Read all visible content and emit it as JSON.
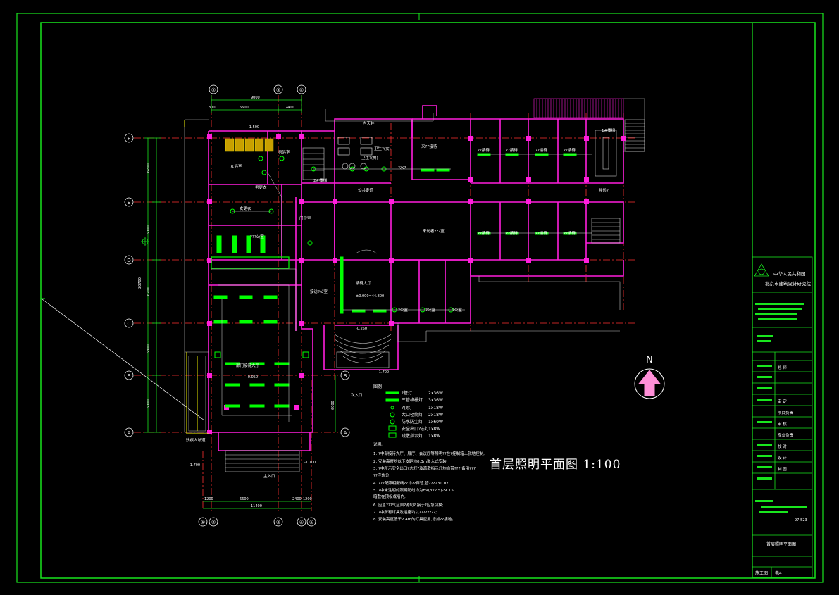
{
  "drawing": {
    "title": "首层照明平面图  1:100",
    "scale": "1:100",
    "north_label": "N"
  },
  "title_block": {
    "company_line1": "中华人民共和国",
    "company_line2": "北京市建筑设计研究院",
    "sheet_name": "首层照明平面图",
    "stage": "施工图",
    "sheet_no": "电4",
    "project_code": "97-523"
  },
  "axes": {
    "top": [
      "②",
      "③",
      "④"
    ],
    "bottom": [
      "①",
      "②",
      "③",
      "④",
      "⑤"
    ],
    "left": [
      "F",
      "E",
      "D",
      "C",
      "B",
      "A"
    ],
    "right_b": "B",
    "right_a": "A"
  },
  "dimensions": {
    "top_total": "9000",
    "top_seg1": "6600",
    "top_seg2": "2400",
    "top_small": "300",
    "left_total": "20700",
    "left_seg1": "6700",
    "left_seg2": "6000",
    "left_seg3": "5300",
    "left_seg4": "6000",
    "left_seg_mid": "6700",
    "bottom_total": "11400",
    "bottom_seg1": "1200",
    "bottom_seg2": "6600",
    "bottom_seg3": "2400",
    "bottom_seg4": "1200",
    "right_seg": "6000",
    "elev1": "-1.500",
    "elev2": "-1.700",
    "elev3": "-1.700",
    "elev4": "-0.250",
    "elev5": "-1.700",
    "elev6": "-0.050",
    "elev7": "±0.000=44.800"
  },
  "rooms": {
    "r1": "女浴室",
    "r2": "男浴室",
    "r3": "男更衣",
    "r4": "女更衣",
    "r5": "???公室",
    "r6": "门卫室",
    "r7": "2#楼梯",
    "r8": "公共走道",
    "r9": "内天井",
    "r10": "??接待",
    "r11": "??接待",
    "r12": "??接待",
    "r13": "??接待",
    "r14": "候诊?",
    "r15": "来??接待",
    "r16": "来访者???室",
    "r17": "??接待",
    "r18": "??接待",
    "r19": "??接待",
    "r20": "??接待",
    "r21": "接待大厅",
    "r22": "?公室",
    "r23": "?公室",
    "r24": "?公室",
    "r25": "接访?公室",
    "r26": "部门接待大厅",
    "r27": "残疾人坡道",
    "r28": "主入口",
    "r29": "次入口",
    "r30": "1#楼梯",
    "r31": "卫生?(女)",
    "r32": "卫生?(男)",
    "r33": "?水?"
  },
  "legend": {
    "title": "图例",
    "items": [
      {
        "name": "?管灯",
        "spec": "2x36W"
      },
      {
        "name": "三管格栅灯",
        "spec": "3x36W"
      },
      {
        "name": "?顶灯",
        "spec": "1x18W"
      },
      {
        "name": "大口径筒灯",
        "spec": "2x18W"
      },
      {
        "name": "防水防尘灯",
        "spec": "1x60W"
      },
      {
        "name": "安全出口?志灯",
        "spec": "1x8W"
      },
      {
        "name": "疏散指示灯",
        "spec": "1x8W"
      }
    ]
  },
  "notes": {
    "title": "说明:",
    "items": [
      "1. ?中部接待大厅、展厅、会议厅等照明??在?控制箱上就地控制;",
      "2. 安装高度均以下皮距地0.3m嵌入式安装;",
      "3. ?中所示安全出口?志灯?及疏散指示灯均自带???,备用???",
      "   ??应急分;",
      "4. ???配照明配线??均??穿管,管???230.02;",
      "5. ?中未注明的照明配线均为BV(3x2.5)-SC15,",
      "   暗敷在顶板或墙内;",
      "6. 应急???气应自?源切?,接于?应急切换;",
      "7. ?中所有灯具及插座均以????????;",
      "8. 安装高度低于2.4m的灯具应用,增加??接地。"
    ]
  },
  "tb_labels": {
    "l1": "总 师",
    "l2": "审 定",
    "l3": "项目负责",
    "l4": "审 核",
    "l5": "专业负责",
    "l6": "校 对",
    "l7": "设 计",
    "l8": "制 图"
  },
  "colors": {
    "frame": "#19e61e",
    "wall": "#ff1edc",
    "axis": "#ff3030",
    "dim": "#19e61e",
    "fixture": "#00ff00",
    "text": "#ffffff",
    "stair": "#cccccc",
    "north_fill": "#ff8fd8"
  }
}
